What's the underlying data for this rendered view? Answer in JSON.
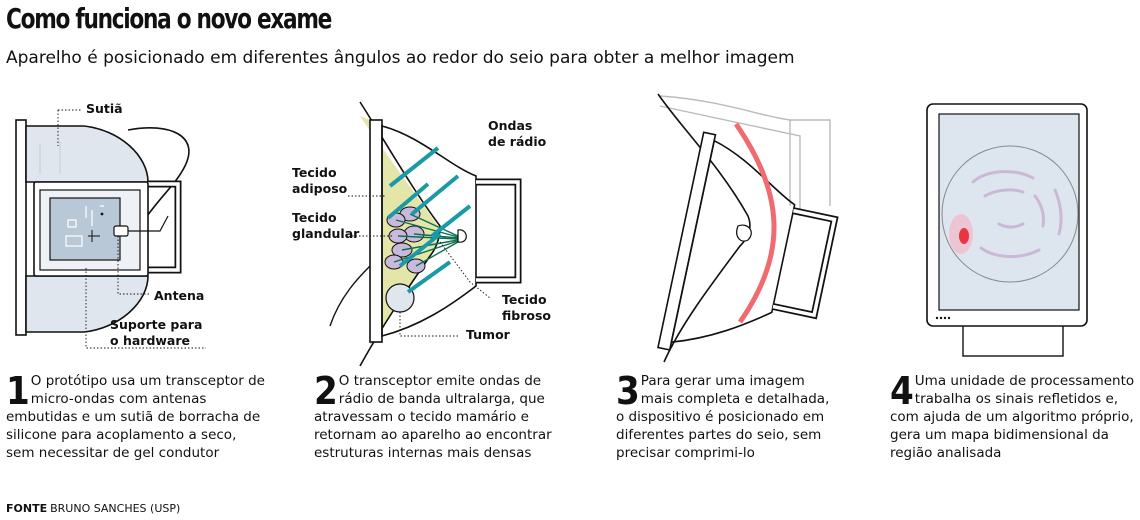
{
  "header": {
    "title": "Como funciona o novo exame",
    "subtitle": "Aparelho é posicionado em diferentes ângulos ao redor do seio para obter a melhor imagem"
  },
  "panel1": {
    "labels": {
      "bra": "Sutiã",
      "antenna": "Antena",
      "support": "Suporte para\no hardware"
    }
  },
  "panel2": {
    "labels": {
      "radio_waves": "Ondas\nde rádio",
      "adipose": "Tecido\nadiposo",
      "glandular": "Tecido\nglandular",
      "fibrous": "Tecido\nfibroso",
      "tumor": "Tumor"
    }
  },
  "steps": [
    {
      "number": "1",
      "text": "O protótipo usa um transceptor de micro-ondas com antenas embutidas e um sutiã de borracha de silicone para acoplamento a seco, sem necessitar de gel condutor"
    },
    {
      "number": "2",
      "text": "O transceptor emite ondas de rádio de banda ultralarga, que atravessam o tecido mamário e retornam ao aparelho ao encontrar estruturas internas mais densas"
    },
    {
      "number": "3",
      "text": "Para gerar uma imagem mais completa e detalhada, o dispositivo é posicionado em diferentes partes do seio, sem precisar comprimi-lo"
    },
    {
      "number": "4",
      "text": "Uma unidade de processamento trabalha os sinais refletidos e, com ajuda de um algoritmo próprio, gera um mapa bidimensional da região analisada"
    }
  ],
  "source": {
    "label": "FONTE",
    "text": "BRUNO SANCHES (USP)"
  },
  "colors": {
    "wave": "#1a9aa8",
    "adipose": "#e3e6a8",
    "glandular": "#c9b9dd",
    "tumor_signal": "#e8353f",
    "screen": "#dde6ee",
    "cup": "#dfe6ee"
  }
}
